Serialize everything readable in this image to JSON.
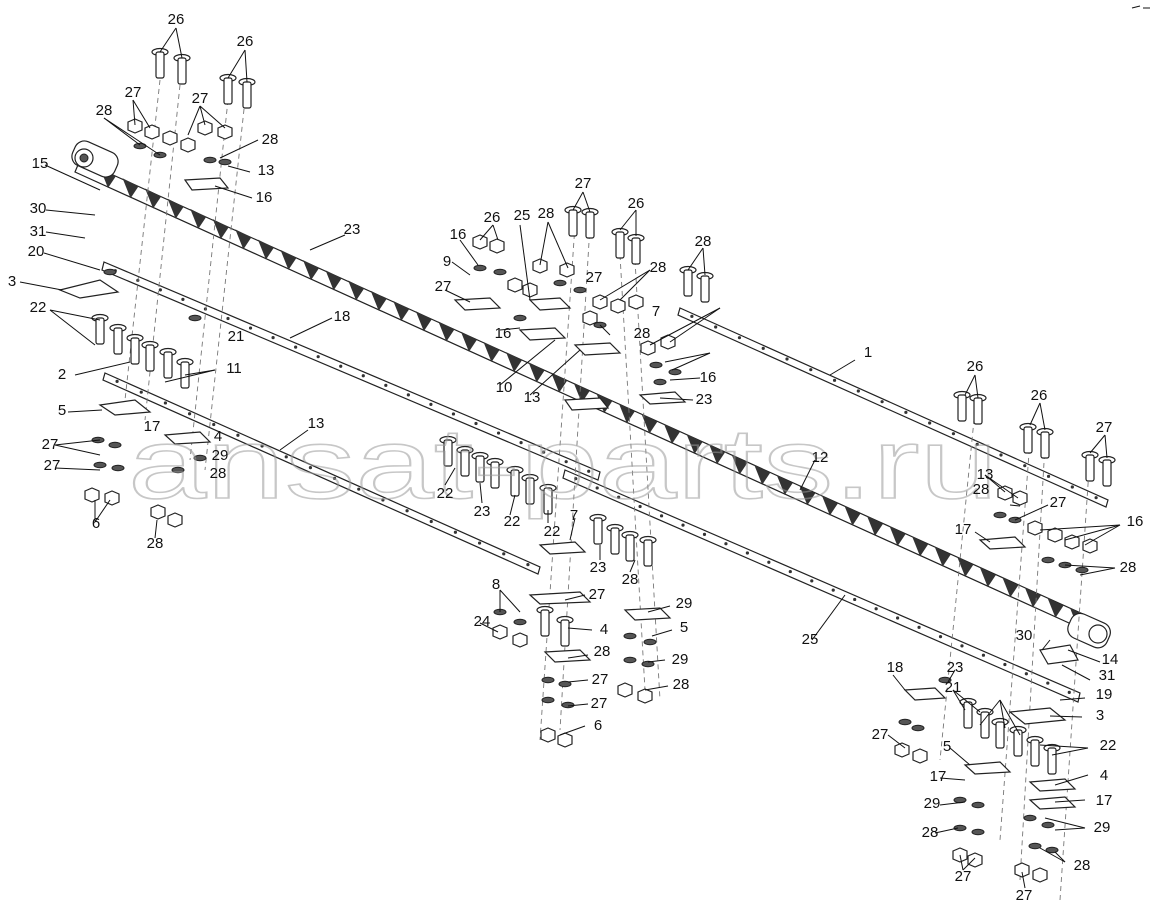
{
  "watermark": "ansat-parts.ru",
  "callouts": [
    "26",
    "26",
    "27",
    "27",
    "28",
    "28",
    "13",
    "16",
    "15",
    "30",
    "31",
    "20",
    "3",
    "22",
    "21",
    "18",
    "11",
    "23",
    "2",
    "5",
    "17",
    "4",
    "29",
    "28",
    "27",
    "27",
    "6",
    "28",
    "13",
    "16",
    "9",
    "27",
    "25",
    "26",
    "27",
    "28",
    "26",
    "27",
    "28",
    "28",
    "7",
    "28",
    "16",
    "10",
    "13",
    "16",
    "23",
    "22",
    "23",
    "22",
    "7",
    "22",
    "23",
    "28",
    "8",
    "27",
    "24",
    "4",
    "29",
    "5",
    "28",
    "29",
    "27",
    "28",
    "27",
    "6",
    "1",
    "12",
    "25",
    "26",
    "26",
    "27",
    "13",
    "28",
    "27",
    "16",
    "28",
    "17",
    "18",
    "23",
    "21",
    "30",
    "14",
    "31",
    "19",
    "3",
    "27",
    "5",
    "22",
    "17",
    "4",
    "17",
    "29",
    "29",
    "28",
    "27",
    "28",
    "27"
  ],
  "parts": {
    "knife_bar_label": "2",
    "guard_bar_label": "11",
    "right_bar_label": "12",
    "strip_label": "6",
    "head_label": "15"
  }
}
